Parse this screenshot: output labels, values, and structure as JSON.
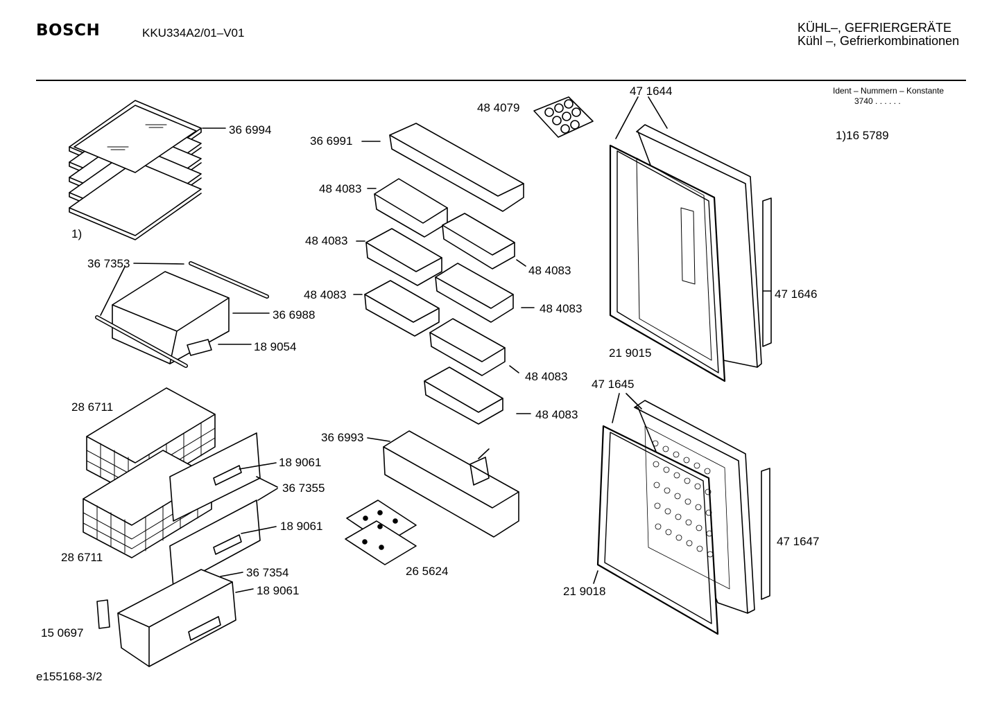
{
  "header": {
    "brand": "BOSCH",
    "model": "KKU334A2/01–V01",
    "category_line1": "KÜHL–, GEFRIERGERÄTE",
    "category_line2": "Kühl –, Gefrierkombinationen"
  },
  "ident": {
    "title": "Ident – Nummern – Konstante",
    "value": "3740 . .   . . . .",
    "note": "1)16 5789"
  },
  "labels": {
    "p366994": "36 6994",
    "note1": "1)",
    "p367353": "36 7353",
    "p366988": "36 6988",
    "p189054": "18 9054",
    "p286711a": "28 6711",
    "p189061a": "18 9061",
    "p367355": "36 7355",
    "p189061b": "18 9061",
    "p286711b": "28 6711",
    "p367354": "36 7354",
    "p189061c": "18 9061",
    "p150697": "15 0697",
    "p484079": "48 4079",
    "p366991": "36 6991",
    "p484083a": "48 4083",
    "p484083b": "48 4083",
    "p484083c": "48 4083",
    "p484083d": "48 4083",
    "p484083e": "48 4083",
    "p484083f": "48 4083",
    "p484083g": "48 4083",
    "p366993": "36 6993",
    "p265624": "26 5624",
    "p471644": "47 1644",
    "p471646": "47 1646",
    "p219015": "21 9015",
    "p471645": "47 1645",
    "p471647": "47 1647",
    "p219018": "21 9018"
  },
  "footer": {
    "drawing_id": "e155168-3/2"
  }
}
